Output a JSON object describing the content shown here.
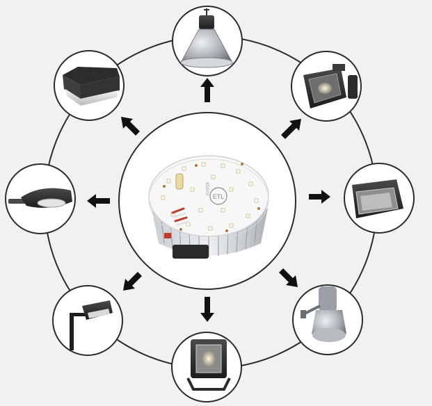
{
  "diagram": {
    "center": {
      "name": "led-retrofit-kit",
      "markings": [
        "ETL",
        "9DG0X"
      ]
    },
    "fixtures": [
      {
        "name": "high-bay-fixture",
        "arrow": "up"
      },
      {
        "name": "flood-light-fixture",
        "arrow": "up-right"
      },
      {
        "name": "wall-pack-fixture",
        "arrow": "right"
      },
      {
        "name": "barn-light-fixture",
        "arrow": "down-right"
      },
      {
        "name": "square-flood-fixture",
        "arrow": "down"
      },
      {
        "name": "shoebox-pole-fixture",
        "arrow": "down-left"
      },
      {
        "name": "cobra-head-fixture",
        "arrow": "left"
      },
      {
        "name": "canopy-fixture",
        "arrow": "up-left"
      }
    ],
    "colors": {
      "background": "#f1f1f1",
      "ring": "#2b2b2b",
      "arrow": "#111111",
      "circle_fill": "#ffffff"
    }
  }
}
